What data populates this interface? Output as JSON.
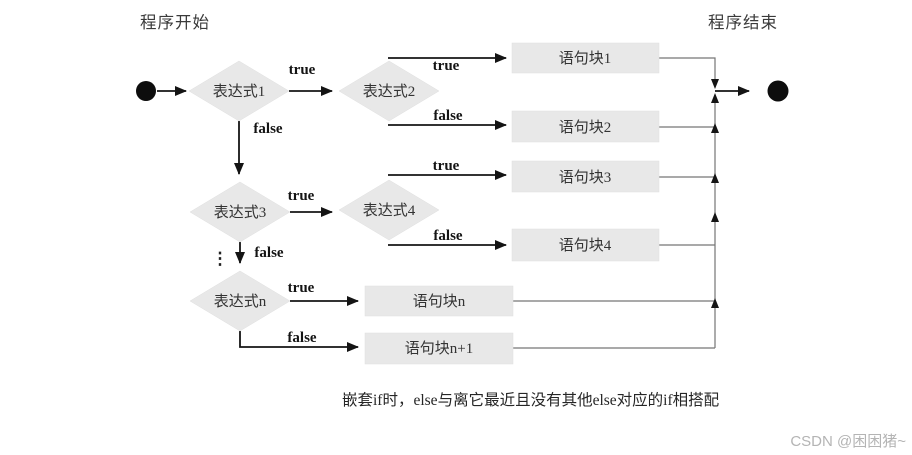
{
  "terminals": {
    "start_label": "程序开始",
    "end_label": "程序结束"
  },
  "nodes": {
    "d1": {
      "label": "表达式1",
      "type": "decision"
    },
    "d2": {
      "label": "表达式2",
      "type": "decision"
    },
    "d3": {
      "label": "表达式3",
      "type": "decision"
    },
    "d4": {
      "label": "表达式4",
      "type": "decision"
    },
    "dn": {
      "label": "表达式n",
      "type": "decision"
    },
    "b1": {
      "label": "语句块1",
      "type": "process"
    },
    "b2": {
      "label": "语句块2",
      "type": "process"
    },
    "b3": {
      "label": "语句块3",
      "type": "process"
    },
    "b4": {
      "label": "语句块4",
      "type": "process"
    },
    "bn": {
      "label": "语句块n",
      "type": "process"
    },
    "bn1": {
      "label": "语句块n+1",
      "type": "process"
    }
  },
  "edge_labels": {
    "d1_true": "true",
    "d1_false": "false",
    "d2_true": "true",
    "d2_false": "false",
    "d3_true": "true",
    "d3_false": "false",
    "d4_true": "true",
    "d4_false": "false",
    "dn_true": "true",
    "dn_false": "false",
    "continuation": "⋮"
  },
  "caption": "嵌套if时，else与离它最近且没有其他else对应的if相搭配",
  "watermark": "CSDN @困困猪~",
  "colors": {
    "shape_fill": "#e8e8e8",
    "arrow": "#141414",
    "connector": "#767676",
    "text": "#333333",
    "watermark": "#b4b4b4",
    "background": "#ffffff"
  }
}
